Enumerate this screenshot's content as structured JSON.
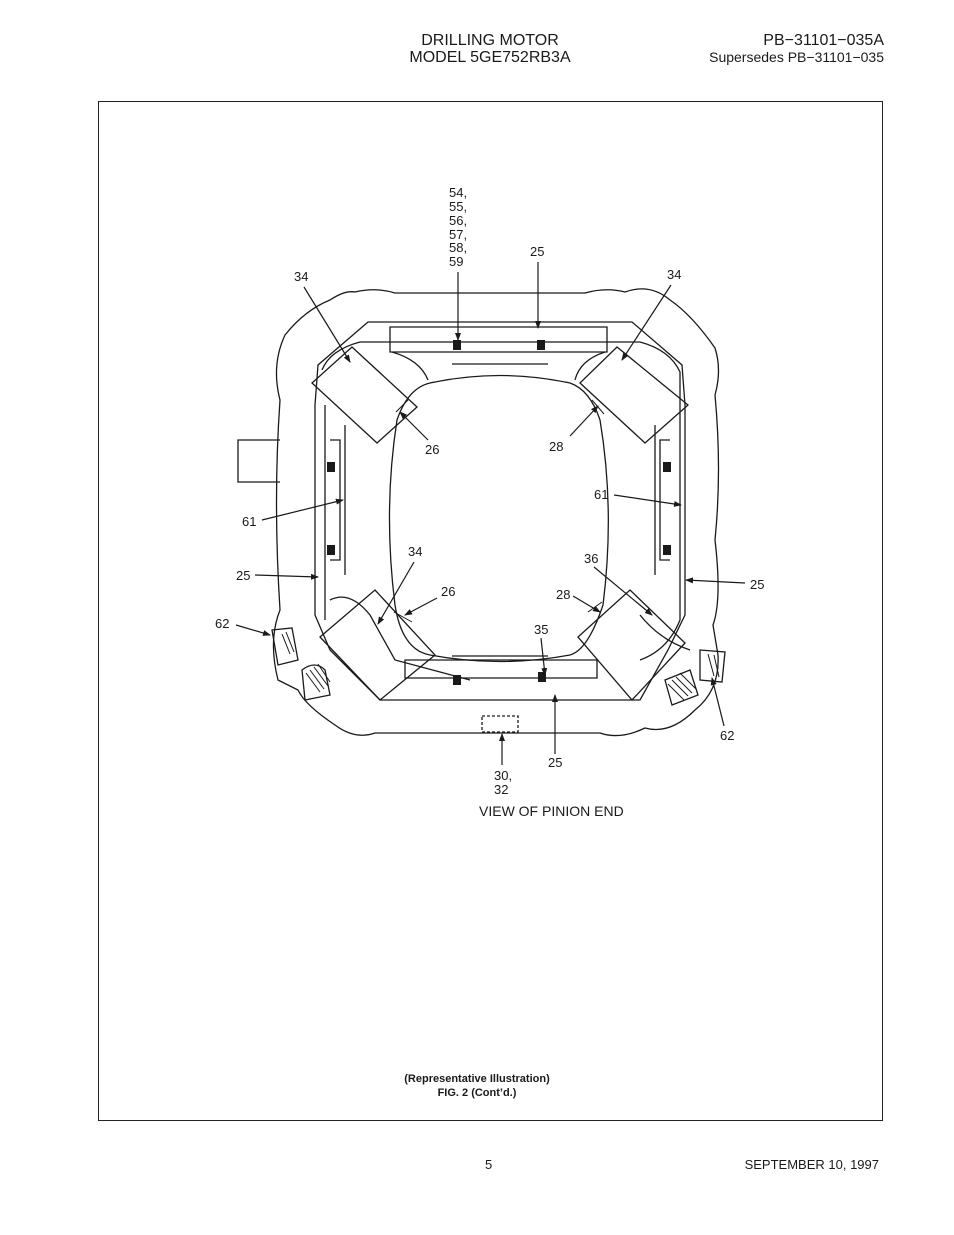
{
  "header": {
    "title_line1": "DRILLING MOTOR",
    "title_line2": "MODEL 5GE752RB3A",
    "doc_number": "PB−31101−035A",
    "supersedes": "Supersedes PB−31101−035"
  },
  "figure": {
    "callouts": {
      "c_54_59": [
        "54,",
        "55,",
        "56,",
        "57,",
        "58,",
        "59"
      ],
      "c_25_top": "25",
      "c_34_tl": "34",
      "c_34_tr": "34",
      "c_26_upper": "26",
      "c_28_upper": "28",
      "c_61_left": "61",
      "c_61_right": "61",
      "c_34_lower": "34",
      "c_36": "36",
      "c_25_left": "25",
      "c_25_right": "25",
      "c_26_lower": "26",
      "c_28_lower": "28",
      "c_62_left": "62",
      "c_35": "35",
      "c_62_right": "62",
      "c_25_bottom": "25",
      "c_30_32": [
        "30,",
        "32"
      ]
    },
    "view_label": "VIEW OF PINION END",
    "caption_line1": "(Representative Illustration)",
    "caption_line2": "FIG. 2 (Cont’d.)"
  },
  "footer": {
    "page_number": "5",
    "date": "SEPTEMBER 10, 1997"
  }
}
